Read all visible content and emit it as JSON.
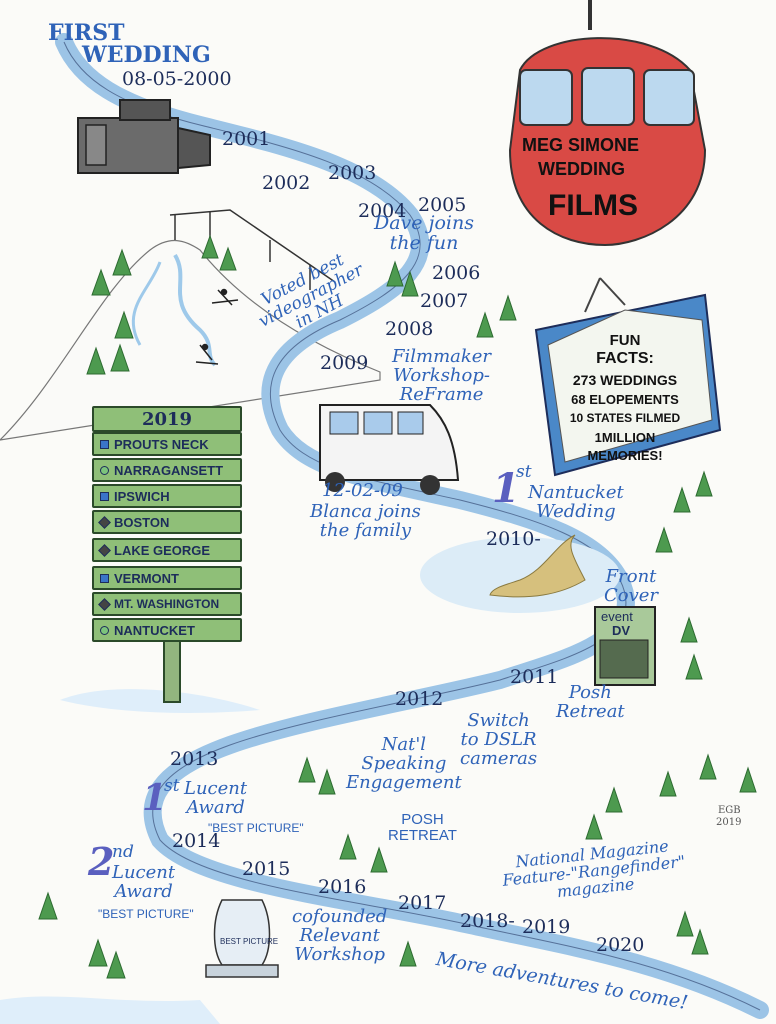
{
  "title_block": {
    "first": "FIRST",
    "wedding": "WEDDING",
    "date": "08-05-2000"
  },
  "logo": {
    "line1": "MEG SIMONE",
    "line2": "WEDDING",
    "line3": "FILMS"
  },
  "years": {
    "y2001": "2001",
    "y2002": "2002",
    "y2003": "2003",
    "y2004": "2004",
    "y2005": "2005",
    "y2006": "2006",
    "y2007": "2007",
    "y2008": "2008",
    "y2009": "2009",
    "y2010": "2010-",
    "y2011": "2011",
    "y2012": "2012",
    "y2013": "2013",
    "y2014": "2014",
    "y2015": "2015",
    "y2016": "2016",
    "y2017": "2017",
    "y2018": "2018-",
    "y2019": "2019",
    "y2020": "2020"
  },
  "events": {
    "dave": "Dave joins\nthe fun",
    "voted": "Voted best\nvideographer\nin NH",
    "filmmaker": "Filmmaker\nWorkshop-\nReFrame",
    "blanca_date": "12-02-09",
    "blanca": "Blanca joins\nthe family",
    "nantucket_num": "1",
    "nantucket_sup": "st",
    "nantucket": "Nantucket\nWedding",
    "front_cover": "Front\nCover",
    "posh": "Posh\nRetreat",
    "dslr": "Switch\nto DSLR\ncameras",
    "natl": "Nat'l\nSpeaking\nEngagement",
    "posh_retreat": "POSH\nRETREAT",
    "lucent1_num": "1",
    "lucent1_sup": "st",
    "lucent1": "Lucent\nAward",
    "best1": "\"BEST PICTURE\"",
    "lucent2_num": "2",
    "lucent2_sup": "nd",
    "lucent2": "Lucent\nAward",
    "best2": "\"BEST PICTURE\"",
    "cofounded": "cofounded\nRelevant\nWorkshop",
    "magazine": "National Magazine\nFeature-\"Rangefinder\"\nmagazine",
    "more": "More adventures to come!"
  },
  "signpost": {
    "header": "2019",
    "items": [
      {
        "label": "PROUTS NECK",
        "icon": "square"
      },
      {
        "label": "NARRAGANSETT",
        "icon": "circle"
      },
      {
        "label": "IPSWICH",
        "icon": "square"
      },
      {
        "label": "BOSTON",
        "icon": "diamond"
      },
      {
        "label": "LAKE GEORGE",
        "icon": "diamond"
      },
      {
        "label": "VERMONT",
        "icon": "square"
      },
      {
        "label": "MT. WASHINGTON",
        "icon": "diamond"
      },
      {
        "label": "NANTUCKET",
        "icon": "circle"
      }
    ]
  },
  "fun_facts": {
    "title1": "FUN",
    "title2": "FACTS:",
    "f1": "273 WEDDINGS",
    "f2": "68 ELOPEMENTS",
    "f3": "10 STATES FILMED",
    "f4": "1MILLION",
    "f5": "MEMORIES!"
  },
  "magazine_cover": {
    "l1": "event",
    "l2": "DV"
  },
  "trophy": {
    "l1": "BEST PICTURE"
  },
  "signature": {
    "l1": "EGB",
    "l2": "2019"
  },
  "colors": {
    "river": "#7fb0d9",
    "gondola": "#d94a45",
    "tree": "#4d9a4f",
    "sign": "#8fbf78",
    "ink": "#2f63b8"
  },
  "icons": [
    "camcorder-icon",
    "gondola-icon",
    "van-icon",
    "chairlift-icon",
    "skier-icon",
    "tree-icon",
    "trophy-icon",
    "nantucket-island-icon"
  ]
}
